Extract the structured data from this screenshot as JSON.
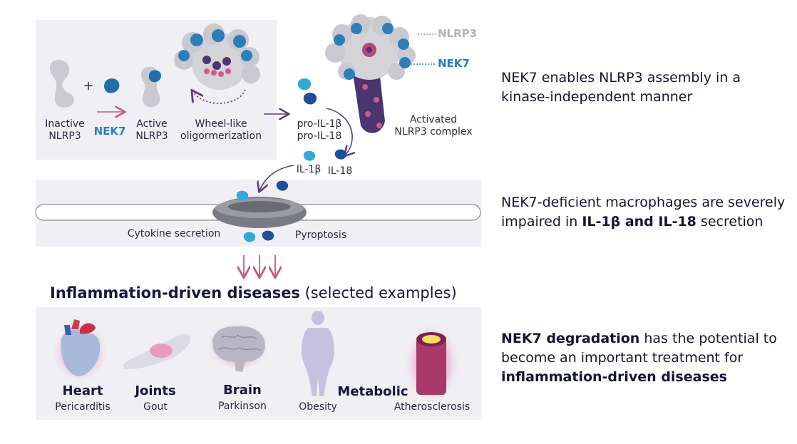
{
  "top_panel": {
    "inactive_label": "Inactive\nNLRP3",
    "plus": "+",
    "nek7_arrow_label": "NEK7",
    "active_label": "Active\nNLRP3",
    "wheel_label": "Wheel-like\noligormerization"
  },
  "complex": {
    "nlrp3_tag": "NLRP3",
    "nek7_tag": "NEK7",
    "activated_label": "Activated\nNLRP3 complex",
    "pro_label": "pro-IL-1β\npro-IL-18",
    "il1b_label": "IL-1β",
    "il18_label": "IL-18"
  },
  "membrane_panel": {
    "cytokine_label": "Cytokine secretion",
    "pyroptosis_label": "Pyroptosis"
  },
  "heading": {
    "bold": "Inflammation-driven diseases",
    "normal": " (selected examples)"
  },
  "diseases": [
    {
      "category": "Heart",
      "example": "Pericarditis"
    },
    {
      "category": "Joints",
      "example": "Gout"
    },
    {
      "category": "Brain",
      "example": "Parkinson"
    },
    {
      "category": "Metabolic",
      "example": "Obesity"
    },
    {
      "category": "",
      "example": "Atherosclerosis"
    }
  ],
  "statements": {
    "s1": "NEK7 enables NLRP3 assembly in a kinase-independent manner",
    "s2_pre": "NEK7-deficient macrophages are severely impaired in ",
    "s2_bold": "IL-1β and IL-18",
    "s2_post": " secretion",
    "s3_bold1": "NEK7 degradation",
    "s3_mid": " has the potential to become an important treatment for ",
    "s3_bold2": "inflammation-driven diseases"
  },
  "colors": {
    "panel": "#f0eff4",
    "nek7_blue": "#2b7fb8",
    "navy": "#161640",
    "purple": "#5b3f7a",
    "pink_arrow": "#c7588a",
    "grey_protein": "#c9c9cf"
  }
}
